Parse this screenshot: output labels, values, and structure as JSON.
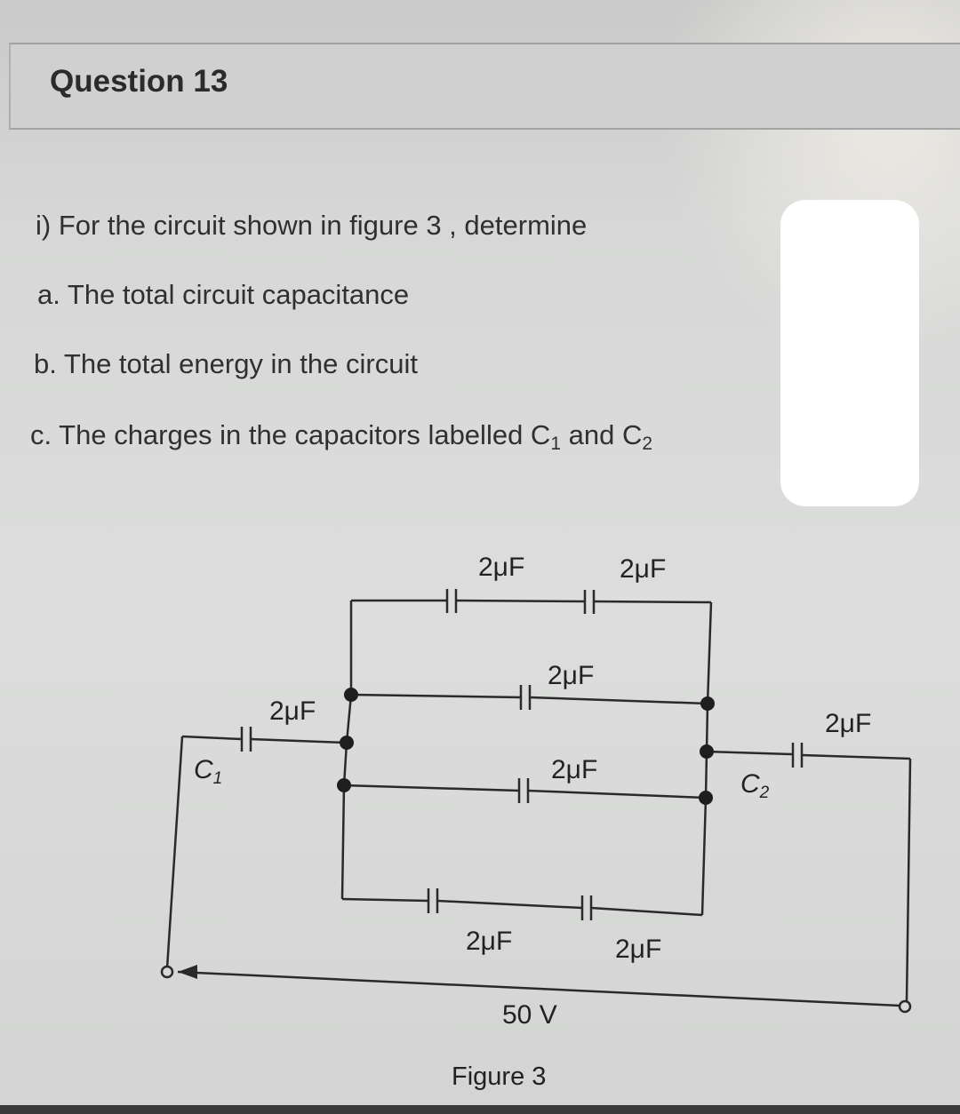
{
  "question": {
    "title": "Question 13"
  },
  "prompt": {
    "intro": "i) For the circuit shown in figure 3 , determine",
    "a": "a. The total circuit capacitance",
    "b": "b. The total energy in the circuit",
    "c_prefix": "c. The charges in the capacitors labelled C",
    "c_sub1": "1",
    "c_mid": " and C",
    "c_sub2": "2"
  },
  "figure": {
    "cap_top_left": "2μF",
    "cap_top_right": "2μF",
    "cap_mid_upper": "2μF",
    "cap_mid_lower": "2μF",
    "cap_bottom_left": "2μF",
    "cap_bottom_right": "2μF",
    "cap_c1": "2μF",
    "cap_c2": "2μF",
    "c1_letter": "C",
    "c1_sub": "1",
    "c2_letter": "C",
    "c2_sub": "2",
    "voltage": "50 V",
    "caption": "Figure 3"
  }
}
